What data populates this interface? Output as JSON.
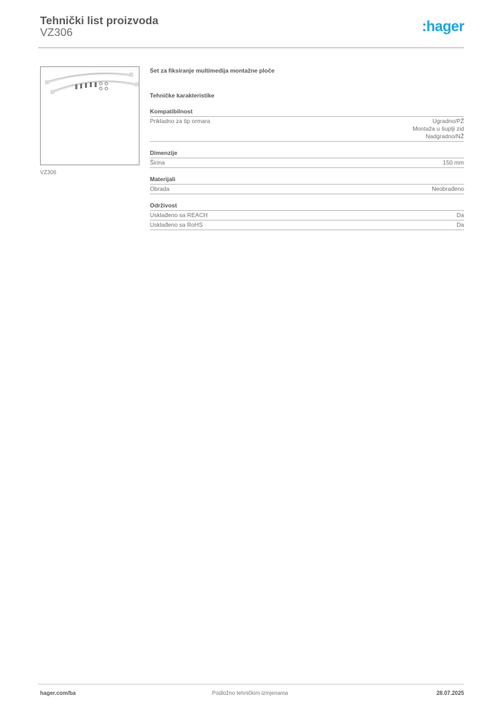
{
  "header": {
    "title": "Tehnički list proizvoda",
    "product_code": "VZ306",
    "logo_text": ":hager",
    "logo_color": "#1aa9e1"
  },
  "product": {
    "image_icon": "mounting-rails-and-screws-photo",
    "image_caption": "VZ306",
    "description": "Set za fiksiranje multimedija montažne ploče"
  },
  "technical": {
    "title": "Tehničke karakteristike",
    "groups": [
      {
        "title": "Kompatibilnost",
        "rows": [
          {
            "label": "Prikladno za tip ormara",
            "values": [
              "Ugradno/PŽ",
              "Montaža u šuplji zid",
              "Nadgradno/NŽ"
            ]
          }
        ]
      },
      {
        "title": "Dimenzije",
        "rows": [
          {
            "label": "Širina",
            "values": [
              "150 mm"
            ]
          }
        ]
      },
      {
        "title": "Materijali",
        "rows": [
          {
            "label": "Obrada",
            "values": [
              "Neobrađeno"
            ]
          }
        ]
      },
      {
        "title": "Održivost",
        "rows": [
          {
            "label": "Usklađeno sa REACH",
            "values": [
              "Da"
            ]
          },
          {
            "label": "Usklađeno sa RoHS",
            "values": [
              "Da"
            ]
          }
        ]
      }
    ]
  },
  "footer": {
    "website": "hager.com/ba",
    "notice": "Podložno tehničkim izmjenama",
    "date": "28.07.2025"
  }
}
